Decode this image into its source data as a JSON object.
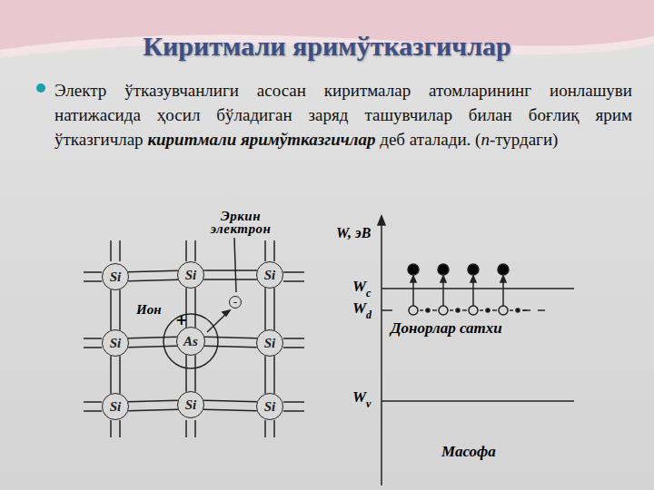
{
  "diagram": {
    "title": "Киритмали яримўтказгичлар",
    "nodes": [
      {
        "text": [
          "Si"
        ]
      },
      {
        "text": [
          "Si"
        ]
      },
      {
        "text": [
          "Si"
        ]
      },
      {
        "text": [
          "Si"
        ]
      },
      {
        "text": [
          "As"
        ]
      },
      {
        "text": [
          "Si"
        ]
      },
      {
        "text": [
          "Si"
        ]
      },
      {
        "text": [
          "Si"
        ]
      },
      {
        "text": [
          "Si"
        ]
      },
      {
        "text": [
          "-"
        ]
      }
    ],
    "edges": [
      {
        "from": 0,
        "to": 1,
        "arrow": "none"
      },
      {
        "from": 1,
        "to": 2,
        "arrow": "none"
      },
      {
        "from": 3,
        "to": 4,
        "arrow": "none"
      },
      {
        "from": 4,
        "to": 5,
        "arrow": "none"
      },
      {
        "from": 6,
        "to": 7,
        "arrow": "none"
      },
      {
        "from": 7,
        "to": 8,
        "arrow": "none"
      },
      {
        "from": 0,
        "to": 3,
        "arrow": "none"
      },
      {
        "from": 3,
        "to": 6,
        "arrow": "none"
      },
      {
        "from": 1,
        "to": 4,
        "arrow": "none"
      },
      {
        "from": 4,
        "to": 7,
        "arrow": "none"
      },
      {
        "from": 2,
        "to": 5,
        "arrow": "none"
      },
      {
        "from": 5,
        "to": 8,
        "arrow": "none"
      }
    ],
    "labels": [
      "Электр ўтказувчанлиги асосан киритмалар атомларининг ионлашуви натижасида ҳосил бўладиган заряд ташувчилар билан боғлиқ ярим ўтказгичлар",
      "киритмали яримўтказгичлар",
      "деб аталади. (",
      "n",
      "-турдаги)",
      "Эркин электрон",
      "Ион",
      "+",
      "W, эВ",
      "W",
      "c",
      "W",
      "d",
      "Донорлар сатхи",
      "W",
      "v",
      "Масофа"
    ]
  }
}
